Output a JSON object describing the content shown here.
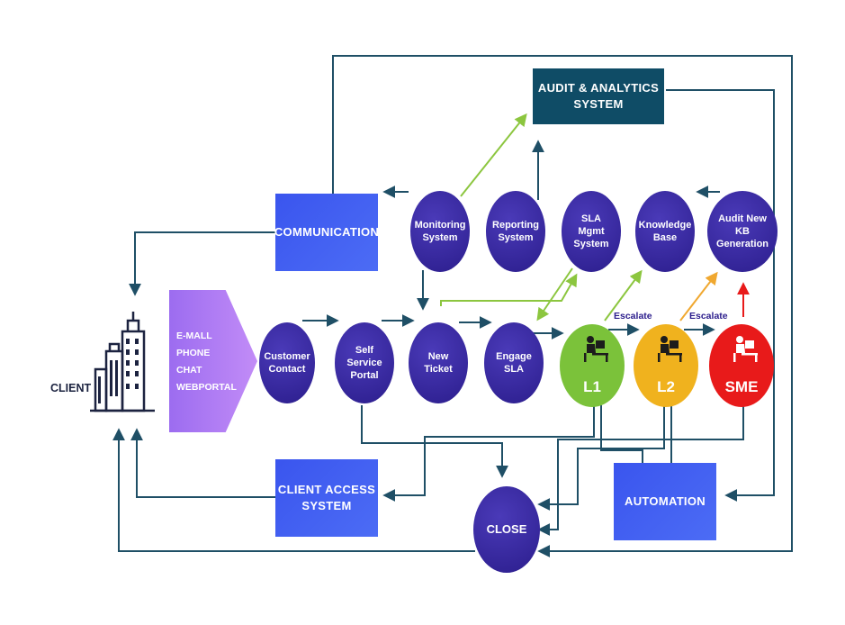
{
  "client": {
    "label": "CLIENT"
  },
  "channels": [
    "E-MALL",
    "PHONE",
    "CHAT",
    "WEBPORTAL"
  ],
  "boxes": {
    "communication": "COMMUNICATION",
    "audit": "AUDIT & ANALYTICS\nSYSTEM",
    "client_access": "CLIENT ACCESS\nSYSTEM",
    "automation": "AUTOMATION"
  },
  "top_nodes": [
    "Monitoring\nSystem",
    "Reporting\nSystem",
    "SLA Mgmt\nSystem",
    "Knowledge\nBase",
    "Audit New KB\nGeneration"
  ],
  "flow_nodes": [
    "Customer\nContact",
    "Self Service\nPortal",
    "New Ticket",
    "Engage SLA"
  ],
  "levels": [
    {
      "label": "L1",
      "color": "#7bc23a"
    },
    {
      "label": "L2",
      "color": "#f0b21e"
    },
    {
      "label": "SME",
      "color": "#e81a1a"
    }
  ],
  "escalate_labels": [
    "Escalate",
    "Escalate"
  ],
  "close": {
    "label": "CLOSE"
  },
  "colors": {
    "line_dark": "#1f4f66",
    "line_green": "#8cc63f",
    "line_orange": "#f0a830",
    "line_red": "#e81a1a",
    "node_purple": "#2b1d8c",
    "box_blue": "#3f5cf0",
    "box_dark": "#0f4c66"
  }
}
